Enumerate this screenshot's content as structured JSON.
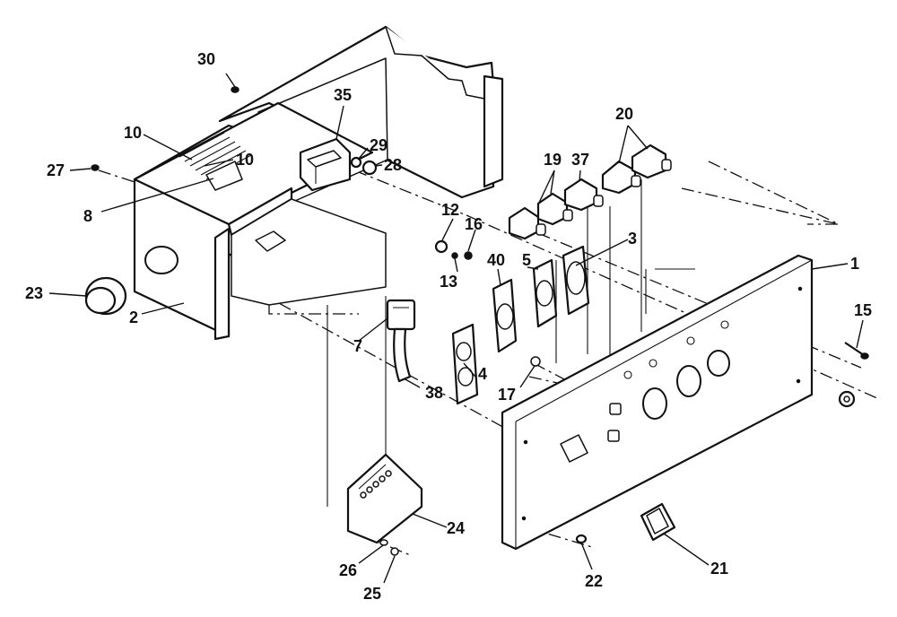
{
  "diagram": {
    "callouts": [
      {
        "id": "c30",
        "label": "30"
      },
      {
        "id": "c35",
        "label": "35"
      },
      {
        "id": "c10a",
        "label": "10"
      },
      {
        "id": "c10b",
        "label": "10"
      },
      {
        "id": "c29",
        "label": "29"
      },
      {
        "id": "c28",
        "label": "28"
      },
      {
        "id": "c27",
        "label": "27"
      },
      {
        "id": "c8",
        "label": "8"
      },
      {
        "id": "c20",
        "label": "20"
      },
      {
        "id": "c19",
        "label": "19"
      },
      {
        "id": "c37",
        "label": "37"
      },
      {
        "id": "c12",
        "label": "12"
      },
      {
        "id": "c16",
        "label": "16"
      },
      {
        "id": "c3",
        "label": "3"
      },
      {
        "id": "c40",
        "label": "40"
      },
      {
        "id": "c5",
        "label": "5"
      },
      {
        "id": "c13",
        "label": "13"
      },
      {
        "id": "c1",
        "label": "1"
      },
      {
        "id": "c15",
        "label": "15"
      },
      {
        "id": "c23",
        "label": "23"
      },
      {
        "id": "c2",
        "label": "2"
      },
      {
        "id": "c7",
        "label": "7"
      },
      {
        "id": "c4",
        "label": "4"
      },
      {
        "id": "c17",
        "label": "17"
      },
      {
        "id": "c38",
        "label": "38"
      },
      {
        "id": "c24",
        "label": "24"
      },
      {
        "id": "c26",
        "label": "26"
      },
      {
        "id": "c25",
        "label": "25"
      },
      {
        "id": "c22",
        "label": "22"
      },
      {
        "id": "c21",
        "label": "21"
      }
    ]
  }
}
